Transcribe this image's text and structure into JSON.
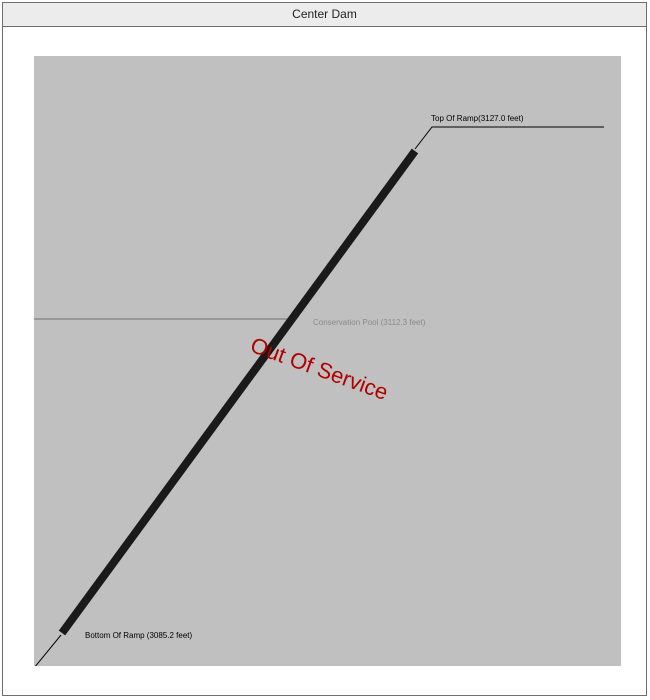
{
  "window": {
    "title": "Center Dam"
  },
  "diagram": {
    "top_label": "Top Of Ramp(3127.0 feet)",
    "bottom_label": "Bottom Of Ramp (3085.2 feet)",
    "pool_label": "Conservation Pool (3112.3 feet)",
    "status_text": "Out Of Service",
    "top_elevation_ft": 3127.0,
    "bottom_elevation_ft": 3085.2,
    "pool_elevation_ft": 3112.3,
    "colors": {
      "background": "#c0c0c0",
      "ramp": "#1a1a1a",
      "pool_line": "#707070",
      "pool_text": "#8a8a8a",
      "status": "#b00000"
    }
  }
}
